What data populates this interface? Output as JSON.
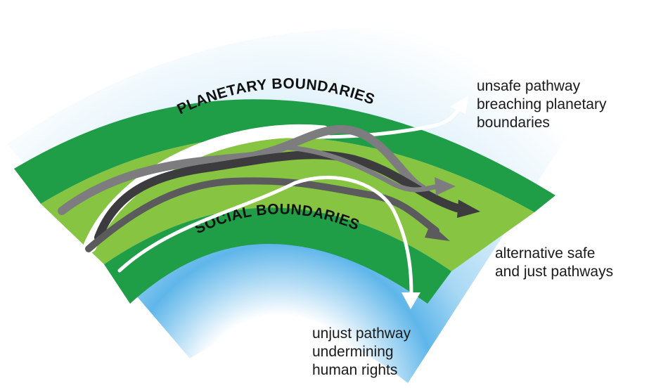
{
  "bands": {
    "outer_label": "PLANETARY BOUNDARIES",
    "inner_label": "SOCIAL BOUNDARIES"
  },
  "annotations": {
    "unsafe": [
      "unsafe pathway",
      "breaching planetary",
      "boundaries"
    ],
    "safe": [
      "alternative safe",
      "and just pathways"
    ],
    "unjust": [
      "unjust pathway",
      "undermining",
      "human rights"
    ]
  },
  "colors": {
    "sky": "#bfe2f7",
    "dark_green": "#1f9e47",
    "light_green": "#86c441",
    "path_white": "#ffffff",
    "path_dark": "#3c3c3e",
    "path_mid": "#5b5b5d",
    "path_light": "#7d7d7f"
  }
}
